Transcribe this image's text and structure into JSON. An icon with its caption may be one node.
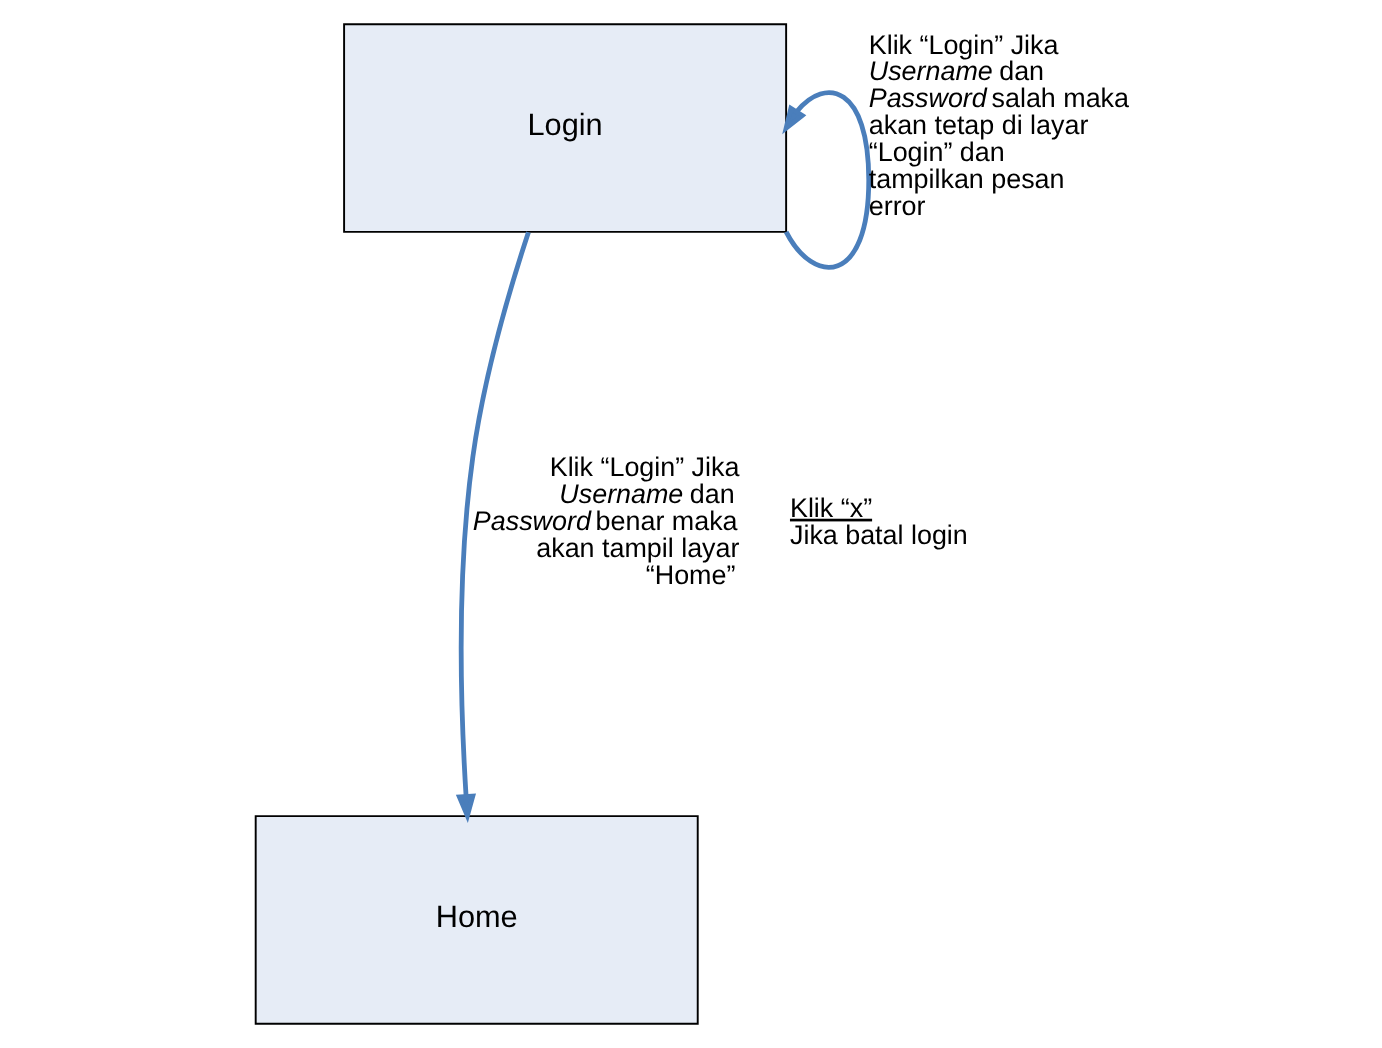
{
  "diagram": {
    "nodes": [
      {
        "text": [
          "Login"
        ]
      },
      {
        "text": [
          "Home"
        ]
      }
    ],
    "edges": [
      {
        "from": 0,
        "to": 1,
        "arrow": "to",
        "label": "Klik “Login” Jika *Username* dan *Password* benar maka akan tampil layar “Home”"
      },
      {
        "from": 0,
        "to": 0,
        "arrow": "to",
        "label": "Klik “Login” Jika *Username* dan *Password* salah maka akan tetap di layar “Login” dan tampilkan pesan error"
      }
    ],
    "labels": [
      "Klik “x”",
      "Jika batal login"
    ]
  }
}
